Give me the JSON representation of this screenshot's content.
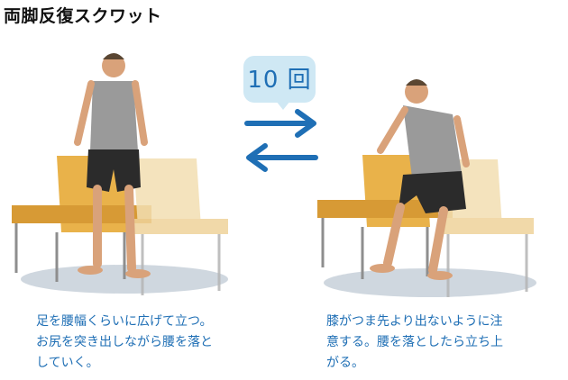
{
  "title": "両脚反復スクワット",
  "repetitions": "10 回",
  "step1": {
    "caption": "足を腰幅くらいに広げて立つ。\nお尻を突き出しながら腰を落と\nしていく。"
  },
  "step2": {
    "caption": "膝がつま先より出ないように注\n意する。腰を落としたら立ち上\nがる。"
  },
  "colors": {
    "accent": "#1f6fb5",
    "bubble": "#cfe8f4",
    "chair": "#e9b24a",
    "chair_faded": "#f3dfb2",
    "shorts": "#2b2b2b",
    "shirt": "#9a9a9a",
    "skin": "#d9a27a",
    "shadow": "#cfd7df"
  },
  "icons": [
    "arrow-right-icon",
    "arrow-left-icon"
  ]
}
